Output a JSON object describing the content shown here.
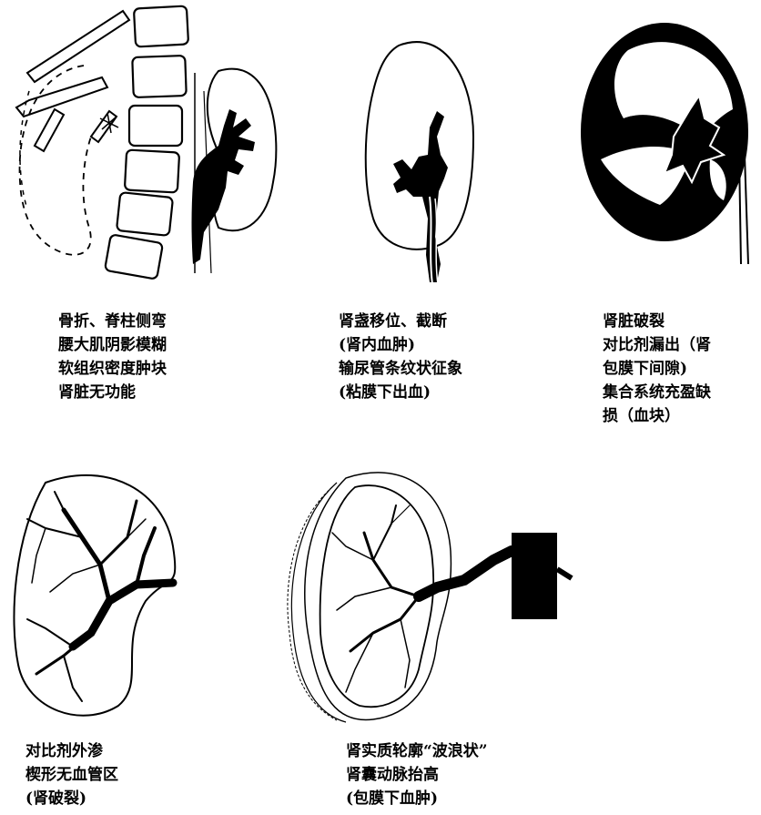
{
  "panels": [
    {
      "id": "fracture-scoliosis",
      "caption": [
        "骨折、脊柱侧弯",
        "腰大肌阴影模糊",
        "软组织密度肿块",
        "肾脏无功能"
      ]
    },
    {
      "id": "calyx-displacement",
      "caption": [
        "肾盏移位、截断",
        "(肾内血肿)",
        "输尿管条纹状征象",
        "(粘膜下出血)"
      ]
    },
    {
      "id": "kidney-rupture",
      "caption": [
        "肾脏破裂",
        "对比剂漏出（肾",
        "包膜下间隙)",
        "集合系统充盈缺",
        "损（血块）"
      ]
    },
    {
      "id": "contrast-extravasation",
      "caption": [
        "对比剂外渗",
        "楔形无血管区",
        "(肾破裂)"
      ]
    },
    {
      "id": "subcapsular-hematoma",
      "caption": [
        "肾实质轮廓“波浪状”",
        "肾囊动脉抬高",
        "(包膜下血肿)"
      ]
    }
  ]
}
